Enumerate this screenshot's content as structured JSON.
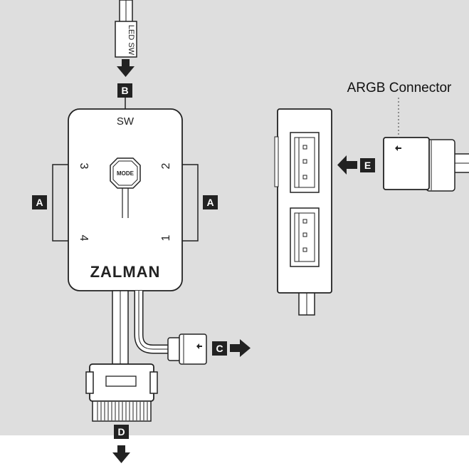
{
  "hub": {
    "sw_label": "SW",
    "port_labels": [
      "3",
      "2",
      "4",
      "1"
    ],
    "mode_button": "MODE",
    "brand": "ZALMAN"
  },
  "led_sw_cable_label": "LED SW",
  "connector_callout": "ARGB Connector",
  "markers": {
    "a": "A",
    "b": "B",
    "c": "C",
    "d": "D",
    "e": "E"
  },
  "colors": {
    "background": "#dedede",
    "device_fill": "#ffffff",
    "outline": "#222222",
    "marker_fill": "#222222",
    "marker_text": "#ffffff"
  }
}
